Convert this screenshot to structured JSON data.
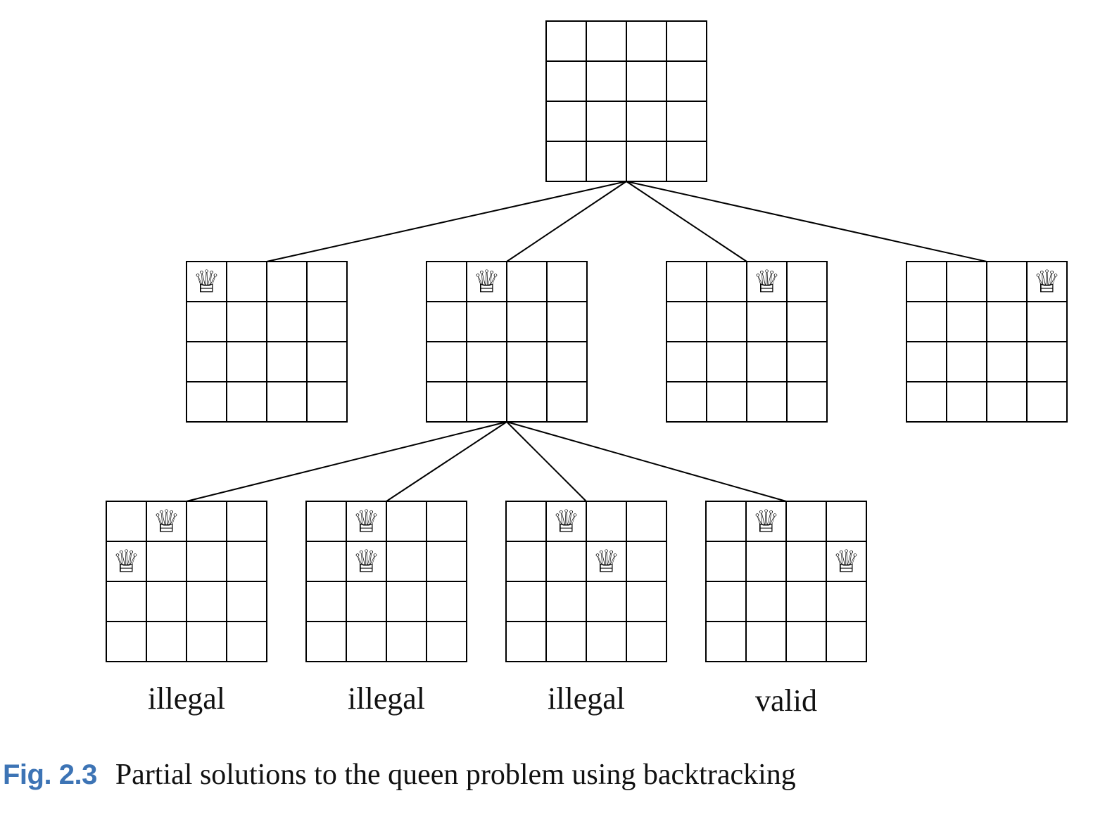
{
  "diagram": {
    "type": "backtracking-tree",
    "board_size": 4,
    "queen_icon": "chess-queen-icon",
    "queen_glyph": "♕",
    "line_color": "#000000",
    "nodes": [
      {
        "id": "root",
        "queens": [],
        "label": ""
      },
      {
        "id": "l1-a",
        "parent": "root",
        "queens": [
          [
            0,
            0
          ]
        ],
        "label": ""
      },
      {
        "id": "l1-b",
        "parent": "root",
        "queens": [
          [
            0,
            1
          ]
        ],
        "label": ""
      },
      {
        "id": "l1-c",
        "parent": "root",
        "queens": [
          [
            0,
            2
          ]
        ],
        "label": ""
      },
      {
        "id": "l1-d",
        "parent": "root",
        "queens": [
          [
            0,
            3
          ]
        ],
        "label": ""
      },
      {
        "id": "l2-a",
        "parent": "l1-b",
        "queens": [
          [
            0,
            1
          ],
          [
            1,
            0
          ]
        ],
        "label": "illegal"
      },
      {
        "id": "l2-b",
        "parent": "l1-b",
        "queens": [
          [
            0,
            1
          ],
          [
            1,
            1
          ]
        ],
        "label": "illegal"
      },
      {
        "id": "l2-c",
        "parent": "l1-b",
        "queens": [
          [
            0,
            1
          ],
          [
            1,
            2
          ]
        ],
        "label": "illegal"
      },
      {
        "id": "l2-d",
        "parent": "l1-b",
        "queens": [
          [
            0,
            1
          ],
          [
            1,
            3
          ]
        ],
        "label": "valid"
      }
    ]
  },
  "caption": {
    "number": "Fig. 2.3",
    "text": "Partial solutions to the queen problem using backtracking",
    "number_color": "#3d74b5"
  }
}
